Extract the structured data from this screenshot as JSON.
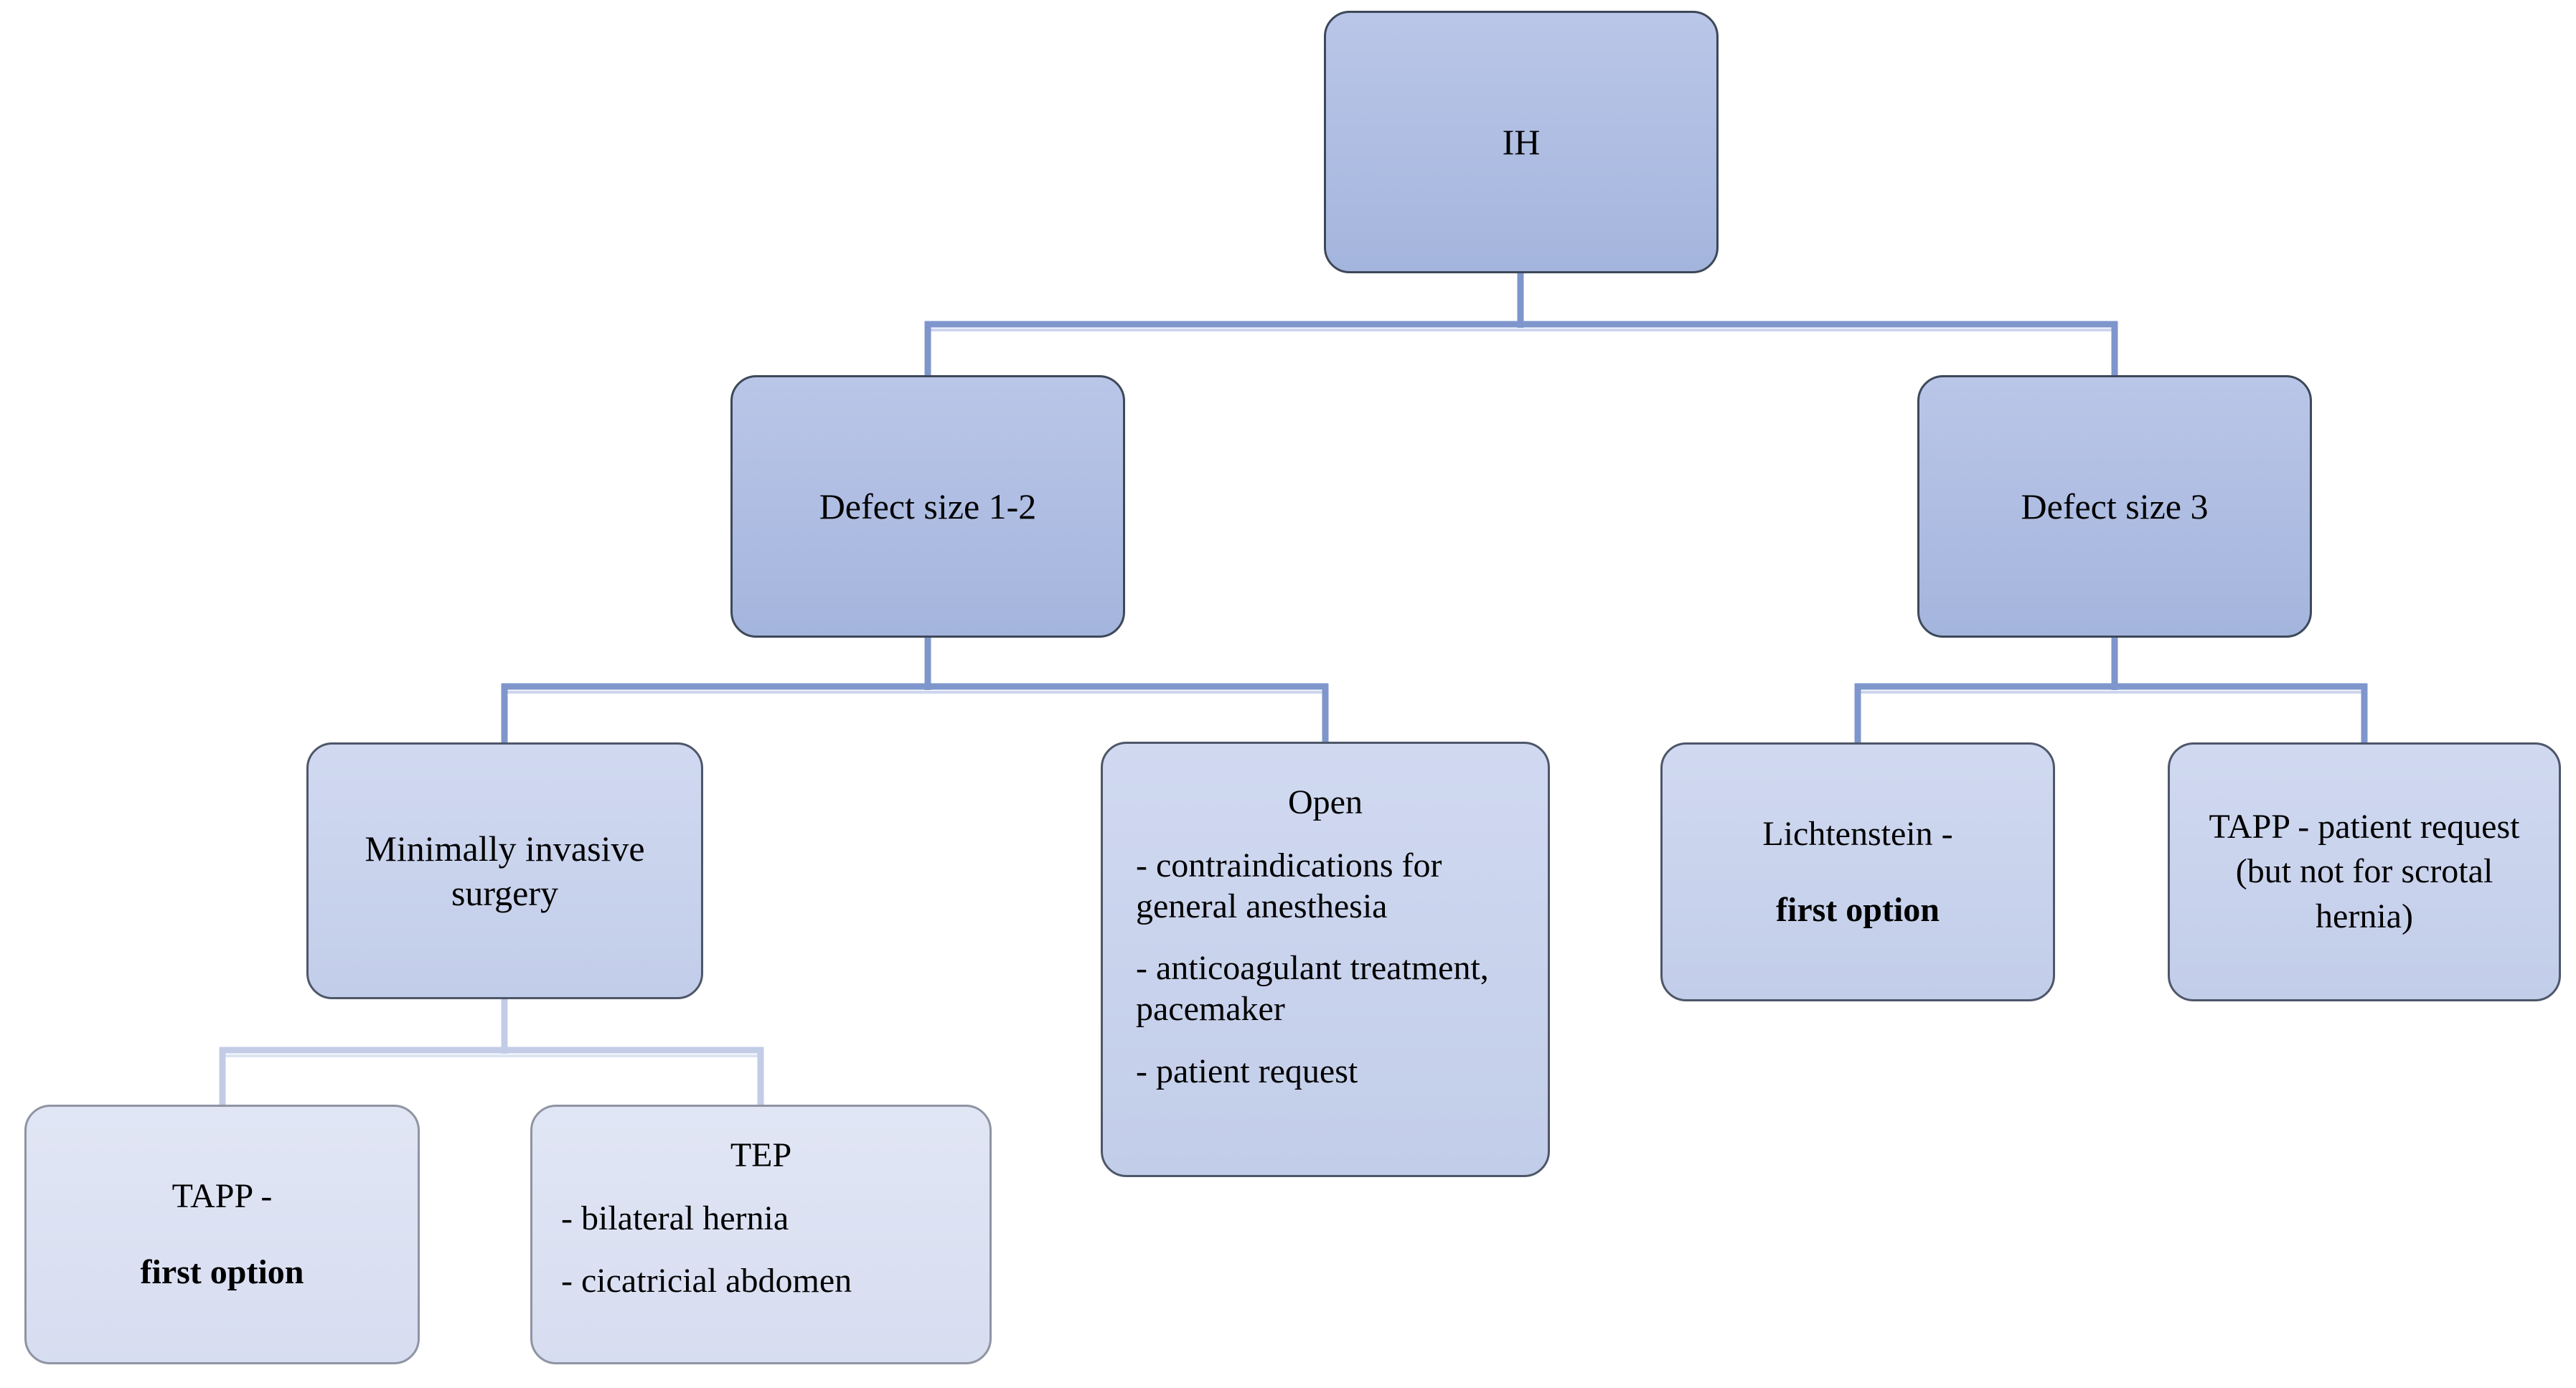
{
  "diagram": {
    "title_node": "IH",
    "colors": {
      "level1_2_fill_top": "#bac6e8",
      "level1_2_fill_bottom": "#a4b5dd",
      "level1_2_border": "#3d4859",
      "level3_fill_top": "#d0d9f0",
      "level3_fill_bottom": "#c2cde9",
      "level3_border": "#4e5769",
      "level4_fill_top": "#e1e6f5",
      "level4_fill_bottom": "#d7ddf0",
      "level4_border": "#8f94a3",
      "connector_main": "#7e96cc",
      "connector_main_underline": "#cdd5ee",
      "connector_pale": "#c3cce6",
      "connector_pale_underline": "#dde4f4",
      "text": "#000000",
      "background": "#ffffff"
    },
    "nodes": {
      "ih": {
        "label": "IH"
      },
      "defect12": {
        "label": "Defect size 1-2"
      },
      "defect3": {
        "label": "Defect size 3"
      },
      "mis": {
        "label": "Minimally invasive surgery"
      },
      "open": {
        "title": "Open",
        "bullets": [
          "- contraindications for general anesthesia",
          "- anticoagulant treatment, pacemaker",
          "- patient request"
        ]
      },
      "lichtenstein": {
        "line1": "Lichtenstein -",
        "line2_bold": "first option"
      },
      "tapp_request": {
        "label": "TAPP - patient request (but not for scrotal hernia)"
      },
      "tapp_first": {
        "line1": "TAPP -",
        "line2_bold": "first option"
      },
      "tep": {
        "title": "TEP",
        "bullets": [
          "- bilateral hernia",
          "- cicatricial abdomen"
        ]
      }
    }
  }
}
